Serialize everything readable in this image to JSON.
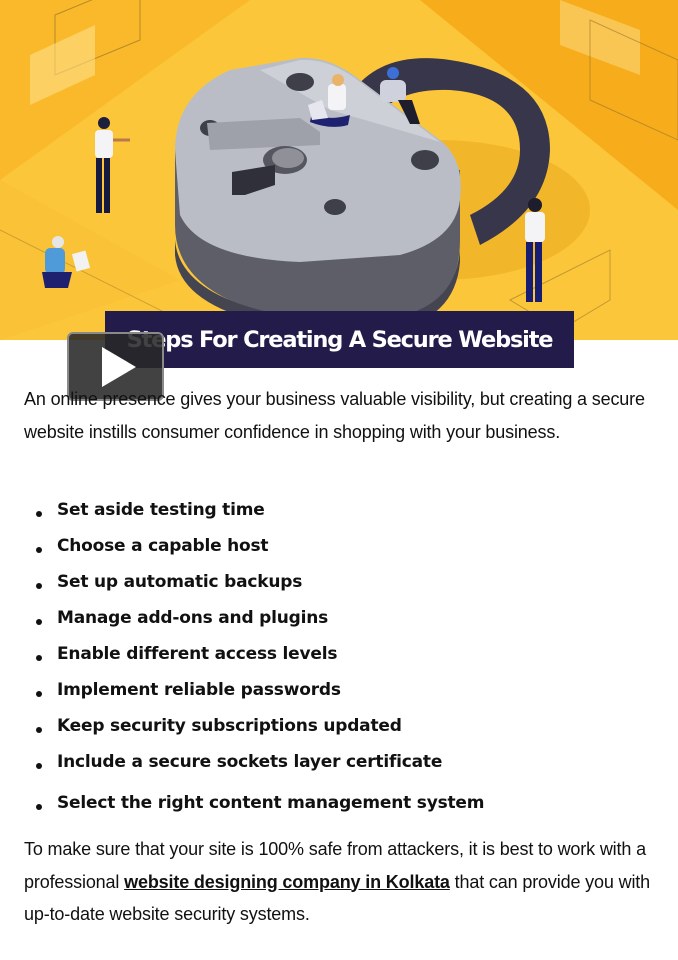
{
  "hero": {
    "image_alt": "Isometric illustration of a giant padlock with people working around it",
    "colors": {
      "background": "#fcc63a",
      "accent_orange": "#f7ac1c",
      "lock_body": "#b9bcc4",
      "shackle": "#3b3a4a"
    }
  },
  "title": {
    "text": "Steps For Creating A Secure Website",
    "banner_color": "#231c4b"
  },
  "play_button": {
    "icon": "play-icon",
    "label": "Play"
  },
  "intro": "An online presence gives your business valuable visibility, but creating a secure website instills consumer confidence in shopping with your business.",
  "steps": [
    "Set aside testing time",
    "Choose a capable host",
    "Set up automatic backups",
    "Manage add-ons and plugins",
    "Enable different access levels",
    "Implement reliable passwords",
    "Keep security subscriptions updated",
    "Include a secure sockets layer certificate",
    "Select the right content management system"
  ],
  "outro": {
    "before": "To make sure that your site is 100% safe from attackers, it is best to work with a professional ",
    "link": "website designing company in Kolkata",
    "after": " that can provide you with up-to-date website security systems."
  }
}
